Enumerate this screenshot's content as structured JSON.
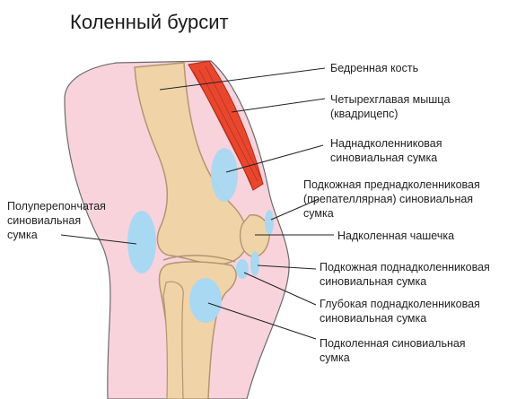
{
  "title": "Коленный бурсит",
  "labels": {
    "femur": [
      "Бедренная кость"
    ],
    "quadriceps": [
      "Четырехглавая мышца",
      "(квадрицепс)"
    ],
    "suprapatellar": [
      "Наднадколенниковая",
      "синовиальная сумка"
    ],
    "prepatellar": [
      "Подкожная преднадколенниковая",
      "(препателлярная) синовиальная",
      "сумка"
    ],
    "patella": [
      "Надколенная чашечка"
    ],
    "semimembranosus": [
      "Полуперепончатая",
      "синовиальная",
      "сумка"
    ],
    "subcutaneous_infrapatellar": [
      "Подкожная поднадколенниковая",
      "синовиальная сумка"
    ],
    "deep_infrapatellar": [
      "Глубокая поднадколенниковая",
      "синовиальная сумка"
    ],
    "popliteal": [
      "Подколенная синовиальная",
      "сумка"
    ]
  },
  "colors": {
    "skin": "#f8d3dc",
    "bone": "#f0d4a8",
    "bone_outline": "#b39570",
    "muscle": "#e8472e",
    "bursa": "#a9d8f2",
    "outline": "#6b6b6b"
  }
}
